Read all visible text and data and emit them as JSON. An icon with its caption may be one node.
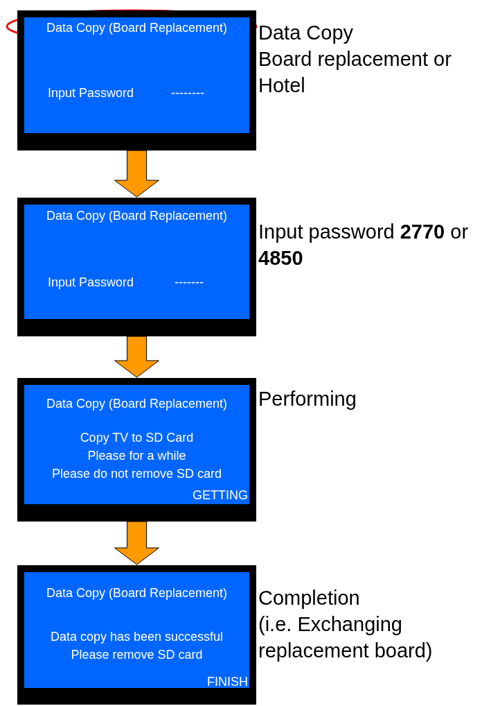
{
  "diagram": {
    "nodes": [
      {
        "text": [
          "Data Copy (Board Replacement)",
          "Input Password",
          "--------"
        ],
        "beside": [
          "Data Copy",
          "Board replacement or Hotel"
        ]
      },
      {
        "text": [
          "Data Copy (Board Replacement)",
          "Input Password",
          "-------"
        ],
        "beside": [
          "Input password **2770** or **4850**"
        ]
      },
      {
        "text": [
          "Data Copy (Board Replacement)",
          "Copy TV to SD Card",
          "Please for a while",
          "Please do not remove SD card",
          "GETTING"
        ],
        "beside": [
          "Performing"
        ]
      },
      {
        "text": [
          "Data Copy (Board Replacement)",
          "Data copy has been successful",
          "Please remove SD card",
          "FINISH"
        ],
        "beside": [
          "Completion",
          "(i.e. Exchanging replacement board)"
        ]
      }
    ],
    "edges": [
      {
        "from": 0,
        "to": 1,
        "arrow": "to"
      },
      {
        "from": 1,
        "to": 2,
        "arrow": "to"
      },
      {
        "from": 2,
        "to": 3,
        "arrow": "to"
      }
    ]
  }
}
